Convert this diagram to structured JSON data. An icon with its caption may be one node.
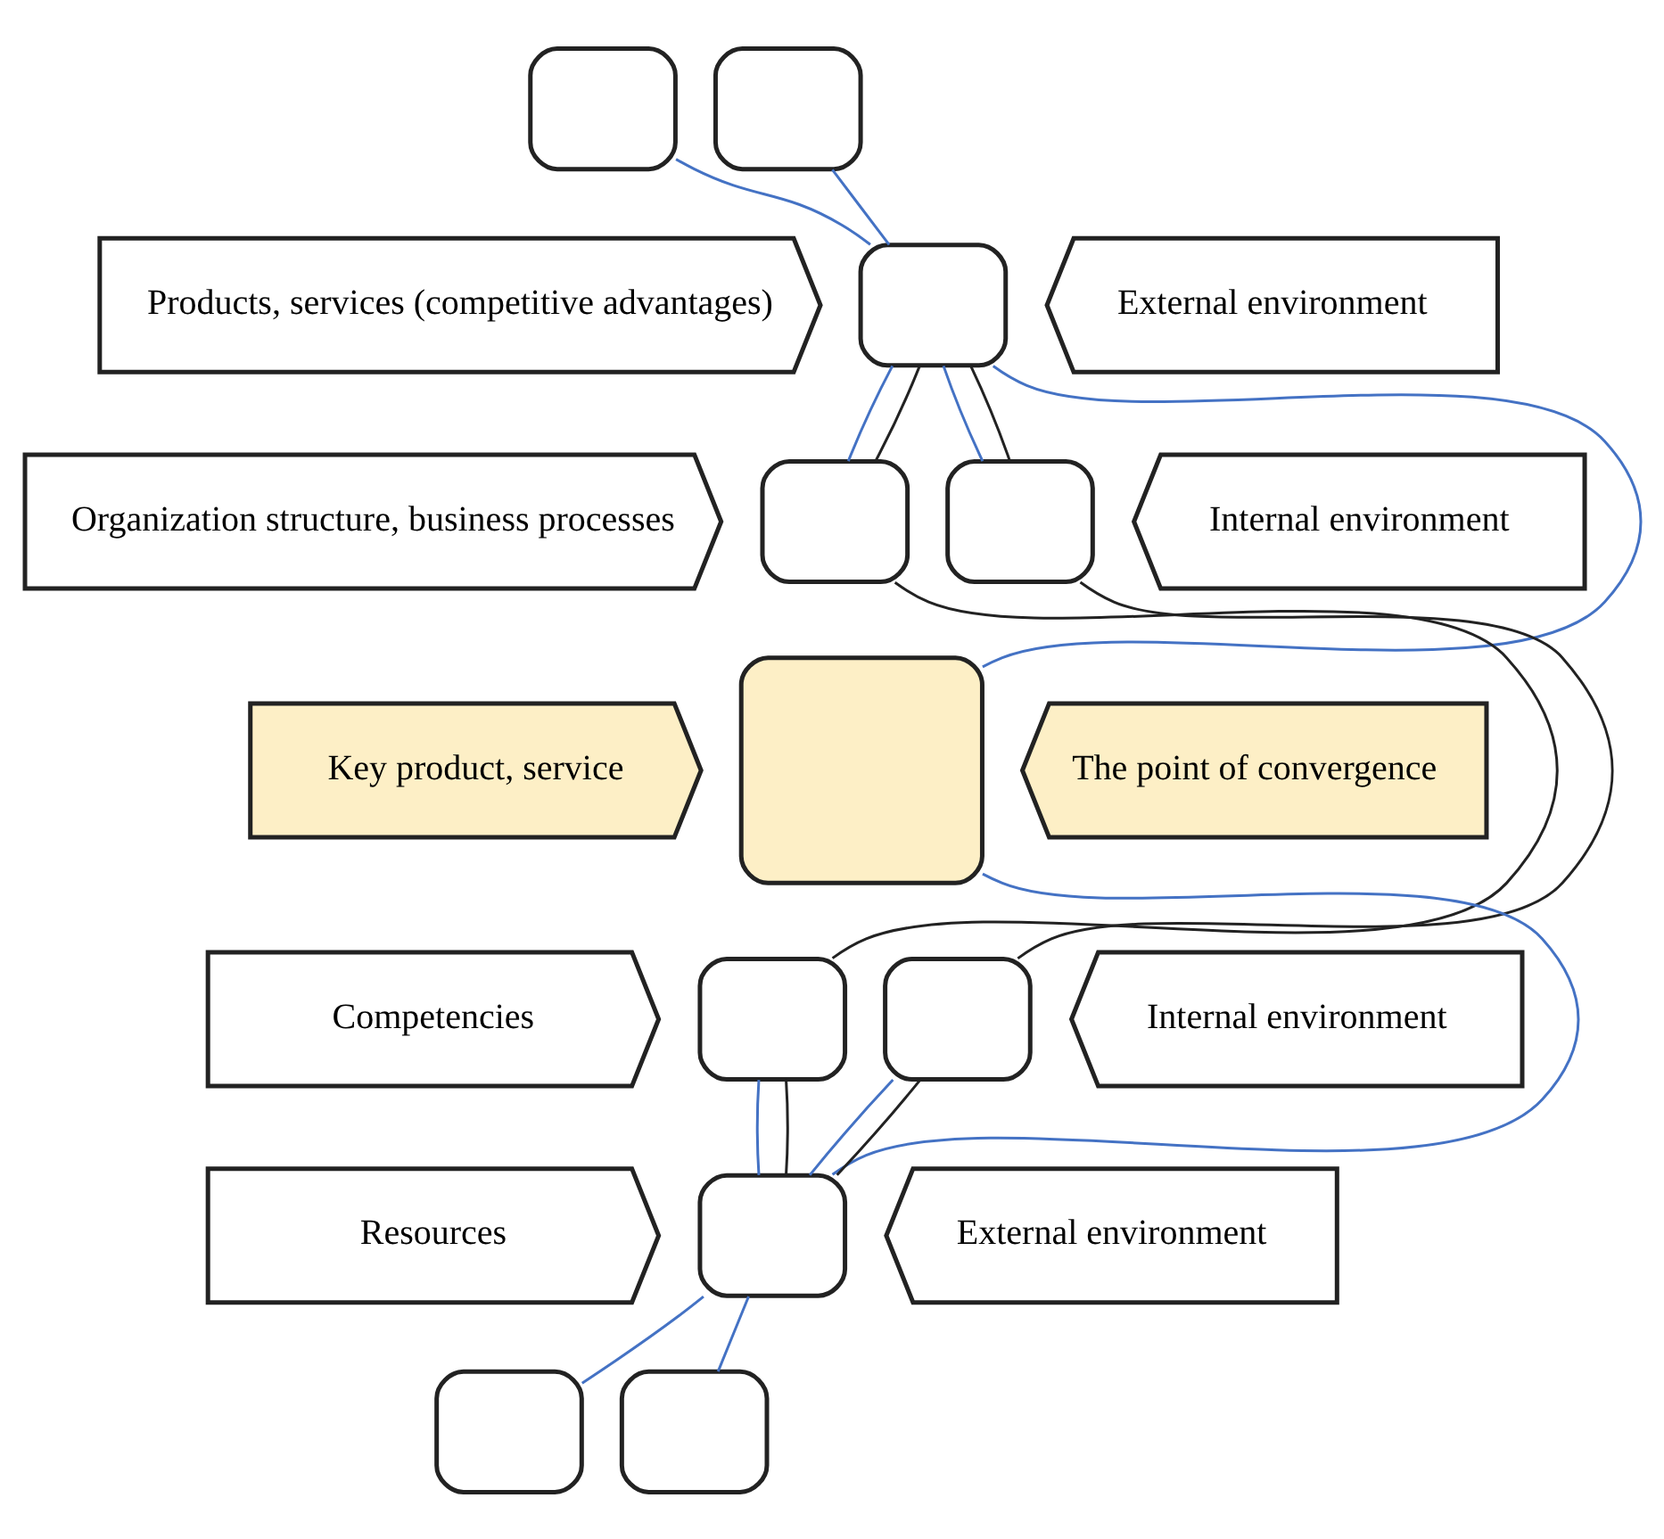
{
  "diagram": {
    "nodes": [
      {
        "text": [],
        "shape": "box"
      },
      {
        "text": [],
        "shape": "box"
      },
      {
        "text": [
          "Products, services (competitive advantages)"
        ]
      },
      {
        "text": [],
        "shape": "box"
      },
      {
        "text": [
          "External environment"
        ]
      },
      {
        "text": [],
        "shape": "box"
      },
      {
        "text": [],
        "shape": "box"
      },
      {
        "text": [
          "Organization structure, business processes"
        ]
      },
      {
        "text": [
          "Internal environment"
        ]
      },
      {
        "text": [
          "Key product, service"
        ]
      },
      {
        "text": [],
        "shape": "box"
      },
      {
        "text": [
          "The point of convergence"
        ]
      },
      {
        "text": [
          "Competencies"
        ]
      },
      {
        "text": [],
        "shape": "box"
      },
      {
        "text": [],
        "shape": "box"
      },
      {
        "text": [
          "Internal environment"
        ]
      },
      {
        "text": [
          "Resources"
        ]
      },
      {
        "text": [],
        "shape": "box"
      },
      {
        "text": [
          "External environment"
        ]
      },
      {
        "text": [],
        "shape": "box"
      },
      {
        "text": [],
        "shape": "box"
      }
    ],
    "edges": [
      {
        "from": 0,
        "to": 3,
        "arrow": "none"
      },
      {
        "from": 3,
        "to": 5,
        "arrow": "none"
      },
      {
        "from": 1,
        "to": 3,
        "arrow": "none"
      },
      {
        "from": 3,
        "to": 6,
        "arrow": "none"
      },
      {
        "from": 3,
        "to": 10,
        "arrow": "none"
      },
      {
        "from": 10,
        "to": 17,
        "arrow": "none"
      },
      {
        "from": 13,
        "to": 17,
        "arrow": "none"
      },
      {
        "from": 17,
        "to": 19,
        "arrow": "none"
      },
      {
        "from": 14,
        "to": 17,
        "arrow": "none"
      },
      {
        "from": 17,
        "to": 20,
        "arrow": "none"
      },
      {
        "from": 3,
        "to": 5,
        "arrow": "none",
        "color": "#222222"
      },
      {
        "from": 5,
        "to": 13,
        "arrow": "none",
        "color": "#222222"
      },
      {
        "from": 13,
        "to": 17,
        "arrow": "none",
        "color": "#222222"
      },
      {
        "from": 3,
        "to": 6,
        "arrow": "none",
        "color": "#222222"
      },
      {
        "from": 6,
        "to": 14,
        "arrow": "none",
        "color": "#222222"
      },
      {
        "from": 14,
        "to": 17,
        "arrow": "none",
        "color": "#222222"
      }
    ]
  }
}
